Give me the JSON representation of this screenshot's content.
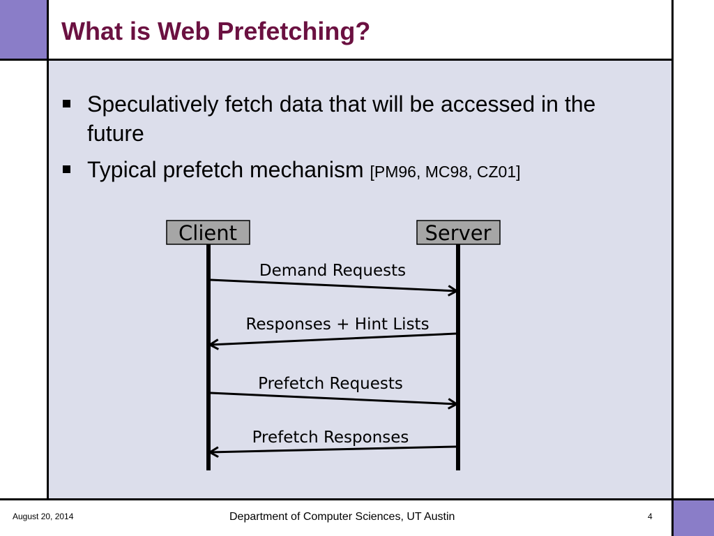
{
  "slide": {
    "title": "What is Web Prefetching?",
    "bullets": [
      {
        "text": "Speculatively fetch data that will be accessed in the future",
        "citation": ""
      },
      {
        "text": "Typical prefetch mechanism ",
        "citation": "[PM96, MC98, CZ01]"
      }
    ]
  },
  "diagram": {
    "client_label": "Client",
    "server_label": "Server",
    "messages": [
      {
        "label": "Demand Requests",
        "direction": "client-to-server"
      },
      {
        "label": "Responses + Hint Lists",
        "direction": "server-to-client"
      },
      {
        "label": "Prefetch Requests",
        "direction": "client-to-server"
      },
      {
        "label": "Prefetch Responses",
        "direction": "server-to-client"
      }
    ]
  },
  "footer": {
    "date": "August 20, 2014",
    "department": "Department of Computer Sciences, UT Austin",
    "page_number": "4"
  },
  "colors": {
    "accent_purple": "#8a7dc8",
    "title_color": "#6b1141",
    "content_background": "#dcdeeb",
    "label_box": "#a6a6a6"
  }
}
